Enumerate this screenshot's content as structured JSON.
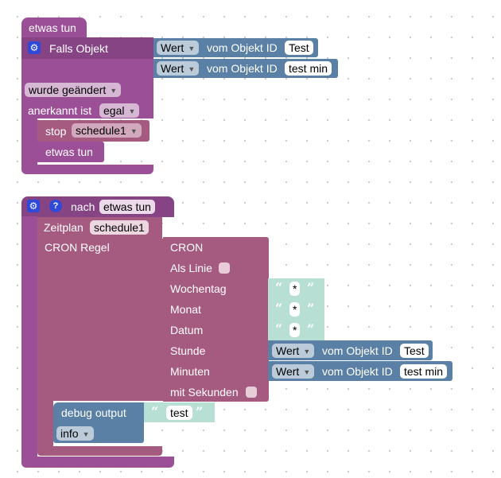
{
  "block1": {
    "hat_label": "etwas tun",
    "if_label": "Falls Objekt",
    "value1": {
      "dropdown": "Wert",
      "mid": "vom Objekt ID",
      "id": "Test"
    },
    "value2": {
      "dropdown": "Wert",
      "mid": "vom Objekt ID",
      "id": "test min"
    },
    "changed_dropdown": "wurde geändert",
    "ack_label": "anerkannt ist",
    "ack_dropdown": "egal",
    "stop_label": "stop",
    "stop_dropdown": "schedule1",
    "inner_label": "etwas tun"
  },
  "block2": {
    "nach_label": "nach",
    "nach_field": "etwas tun",
    "zeitplan_label": "Zeitplan",
    "zeitplan_field": "schedule1",
    "cron_regel_label": "CRON Regel",
    "cron": {
      "title": "CRON",
      "als_linie": "Als Linie",
      "wochentag": "Wochentag",
      "monat": "Monat",
      "datum": "Datum",
      "stunde": "Stunde",
      "minuten": "Minuten",
      "mit_sekunden": "mit Sekunden",
      "star": "*"
    },
    "stunde_value": {
      "dropdown": "Wert",
      "mid": "vom Objekt ID",
      "id": "Test"
    },
    "minuten_value": {
      "dropdown": "Wert",
      "mid": "vom Objekt ID",
      "id": "test min"
    },
    "debug_label": "debug output",
    "debug_text": "test",
    "debug_level": "info"
  },
  "icons": {
    "quote_open": "“",
    "quote_close": "”",
    "gear": "⚙",
    "help": "?",
    "arrow": "▼"
  },
  "colors": {
    "event_purple": "#9b4f96",
    "schedule_pink": "#a55b80",
    "object_blue": "#5b80a5",
    "text_mint": "#b8dfd4"
  }
}
